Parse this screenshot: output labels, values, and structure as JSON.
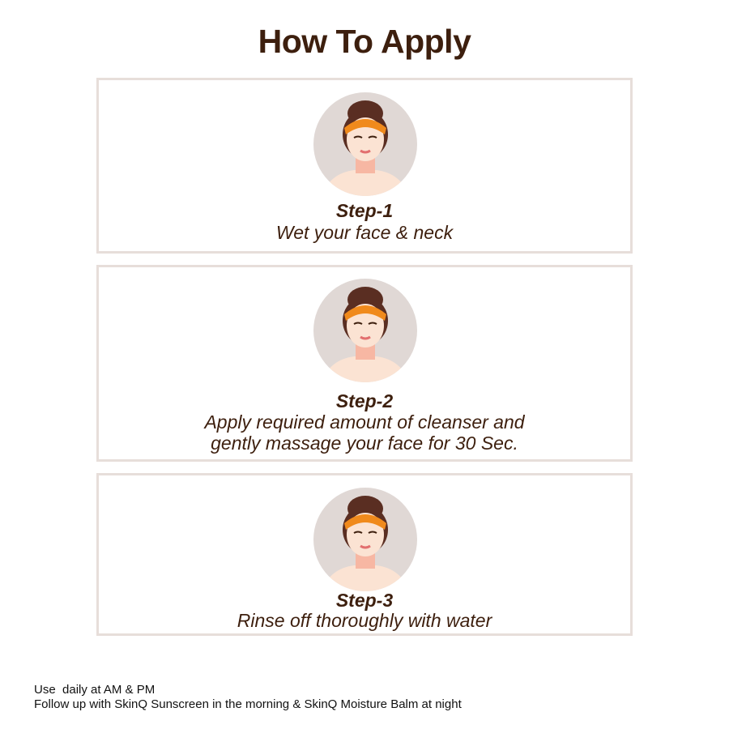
{
  "title": "How To Apply",
  "steps": [
    {
      "label": "Step-1",
      "text": "Wet your face & neck"
    },
    {
      "label": "Step-2",
      "text_lines": [
        "Apply required amount of cleanser and",
        "gently massage your face for 30 Sec."
      ]
    },
    {
      "label": "Step-3",
      "text": "Rinse off thoroughly with water"
    }
  ],
  "notes": {
    "line1": "Use  daily at AM & PM",
    "line2": "Follow up with SkinQ Sunscreen in the morning & SkinQ Moisture Balm at night"
  },
  "colors": {
    "text": "#3d1f0e",
    "border": "#e7deda",
    "circle": "#e0d8d5",
    "hair": "#5a2e22",
    "headband": "#f08a1c",
    "skin": "#fbe3d3"
  }
}
